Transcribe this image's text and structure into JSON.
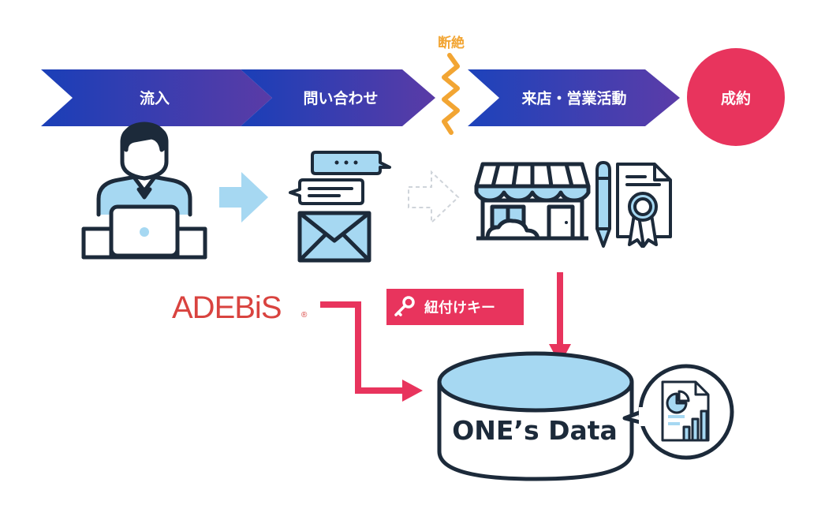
{
  "stages": [
    {
      "label": "流入"
    },
    {
      "label": "問い合わせ"
    },
    {
      "label": "来店・営業活動"
    }
  ],
  "break_label": "断絶",
  "goal_label": "成約",
  "logo": {
    "text": "ADEBiS",
    "mark": "®"
  },
  "key_badge": {
    "label": "紐付けキー",
    "icon": "key-icon"
  },
  "database": {
    "label": "ONE’s Data"
  },
  "icons": [
    "person-laptop-icon",
    "chat-bubbles-icon",
    "envelope-icon",
    "store-icon",
    "pen-icon",
    "contract-certificate-icon",
    "report-document-icon"
  ],
  "colors": {
    "arrow_start": "#1a3fb8",
    "arrow_end": "#5a3ba6",
    "goal": "#e8345d",
    "break": "#f2a533",
    "accent_red": "#e8345d",
    "logo_red": "#d9433f",
    "navy": "#1c2a3a",
    "light_blue": "#a6d8f2"
  }
}
